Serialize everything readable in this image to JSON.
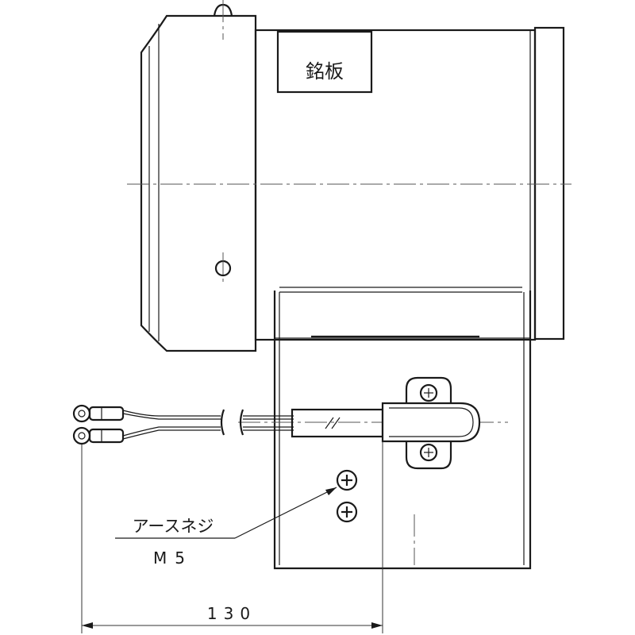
{
  "drawing": {
    "nameplate_label": "銘板",
    "earth_screw_label": "アースネジ",
    "earth_screw_size": "M5",
    "dimension_130": "130"
  }
}
